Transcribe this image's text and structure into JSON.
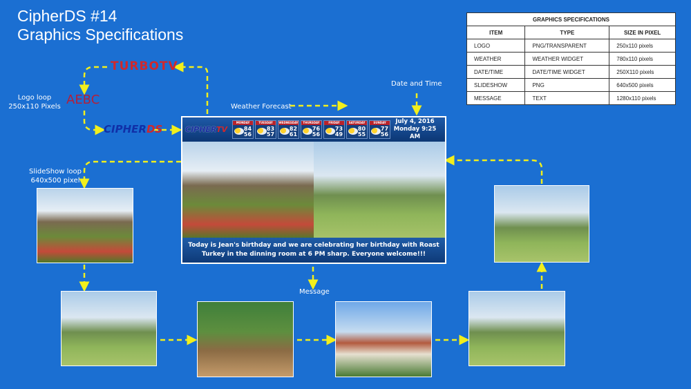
{
  "title": {
    "line1": "CipherDS #14",
    "line2": "Graphics Specifications"
  },
  "labels": {
    "logo_loop": "Logo loop",
    "logo_size": "250x110 Pixels",
    "slideshow_loop": "SlideShow loop",
    "slideshow_size": "640x500 pixel",
    "weather": "Weather Forecast",
    "datetime": "Date and Time",
    "message": "Message"
  },
  "logos": {
    "turbotv": "TURBOTV",
    "aebc": "AEBC",
    "cipherds_a": "CIPHER",
    "cipherds_b": "DS",
    "ciphertv_a": "CIPHER",
    "ciphertv_b": "TV"
  },
  "specs": {
    "title": "GRAPHICS SPECIFICATIONS",
    "headers": [
      "ITEM",
      "TYPE",
      "SIZE IN PIXEL"
    ],
    "rows": [
      [
        "LOGO",
        "PNG/TRANSPARENT",
        "250x110 pixels"
      ],
      [
        "WEATHER",
        "WEATHER WIDGET",
        "780x110 pixels"
      ],
      [
        "DATE/TIME",
        "DATE/TIME WIDGET",
        "250X110 pixels"
      ],
      [
        "SLIDESHOW",
        "PNG",
        "640x500 pixels"
      ],
      [
        "MESSAGE",
        "TEXT",
        "1280x110 pixels"
      ]
    ]
  },
  "weather": [
    {
      "day": "MONDAY",
      "hi": "84",
      "lo": "56"
    },
    {
      "day": "TUESDAY",
      "hi": "83",
      "lo": "57"
    },
    {
      "day": "WEDNESDAY",
      "hi": "82",
      "lo": "61"
    },
    {
      "day": "THURSDAY",
      "hi": "76",
      "lo": "56"
    },
    {
      "day": "FRIDAY",
      "hi": "73",
      "lo": "49"
    },
    {
      "day": "SATURDAY",
      "hi": "80",
      "lo": "55"
    },
    {
      "day": "SUNDAY",
      "hi": "77",
      "lo": "56"
    }
  ],
  "datetime": {
    "date": "July 4, 2016",
    "time": "Monday  9:25 AM"
  },
  "message": "Today is Jean's birthday and we are celebrating her birthday with Roast Turkey in the dinning room at 6 PM sharp. Everyone welcome!!!"
}
